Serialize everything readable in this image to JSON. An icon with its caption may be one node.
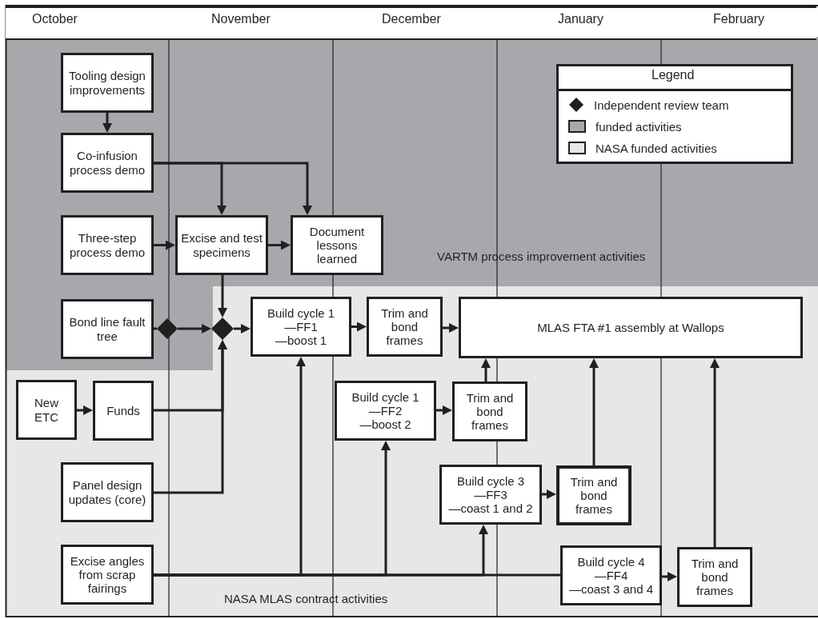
{
  "diagram": {
    "nodes": [
      {
        "text": [
          "Tooling design improvements"
        ]
      },
      {
        "text": [
          "Co-infusion process demo"
        ]
      },
      {
        "text": [
          "Three-step process demo"
        ]
      },
      {
        "text": [
          "Excise and test specimens"
        ]
      },
      {
        "text": [
          "Document lessons learned"
        ]
      },
      {
        "text": [
          "Bond line fault tree"
        ]
      },
      {
        "text": [],
        "shape": "diamond"
      },
      {
        "text": [],
        "shape": "diamond"
      },
      {
        "text": [
          "Build cycle 1",
          "—FF1",
          "—boost 1"
        ]
      },
      {
        "text": [
          "Trim and bond frames"
        ]
      },
      {
        "text": [
          "MLAS FTA #1 assembly at Wallops"
        ]
      },
      {
        "text": [
          "New ETC"
        ]
      },
      {
        "text": [
          "Funds"
        ]
      },
      {
        "text": [
          "Panel design updates (core)"
        ]
      },
      {
        "text": [
          "Build cycle 1",
          "—FF2",
          "—boost 2"
        ]
      },
      {
        "text": [
          "Trim and bond frames"
        ]
      },
      {
        "text": [
          "Build cycle 3",
          "—FF3",
          "—coast 1 and 2"
        ]
      },
      {
        "text": [
          "Trim and bond frames"
        ]
      },
      {
        "text": [
          "Excise angles from scrap fairings"
        ]
      },
      {
        "text": [
          "Build cycle 4",
          "—FF4",
          "—coast 3 and 4"
        ]
      },
      {
        "text": [
          "Trim and bond frames"
        ]
      }
    ],
    "edges": [
      {
        "from": 0,
        "to": 1,
        "arrow": "to"
      },
      {
        "from": 1,
        "to": 3,
        "arrow": "to"
      },
      {
        "from": 1,
        "to": 4,
        "arrow": "to"
      },
      {
        "from": 2,
        "to": 3,
        "arrow": "to"
      },
      {
        "from": 3,
        "to": 4,
        "arrow": "to"
      },
      {
        "from": 3,
        "to": 7,
        "arrow": "to"
      },
      {
        "from": 5,
        "to": 6,
        "arrow": "none"
      },
      {
        "from": 6,
        "to": 7,
        "arrow": "to"
      },
      {
        "from": 7,
        "to": 8,
        "arrow": "to"
      },
      {
        "from": 8,
        "to": 9,
        "arrow": "to"
      },
      {
        "from": 9,
        "to": 10,
        "arrow": "to"
      },
      {
        "from": 11,
        "to": 12,
        "arrow": "to"
      },
      {
        "from": 12,
        "to": 7,
        "arrow": "to"
      },
      {
        "from": 13,
        "to": 7,
        "arrow": "to"
      },
      {
        "from": 18,
        "to": 8,
        "arrow": "to"
      },
      {
        "from": 18,
        "to": 14,
        "arrow": "to"
      },
      {
        "from": 18,
        "to": 16,
        "arrow": "to"
      },
      {
        "from": 18,
        "to": 19,
        "arrow": "none"
      },
      {
        "from": 14,
        "to": 15,
        "arrow": "to"
      },
      {
        "from": 15,
        "to": 10,
        "arrow": "to"
      },
      {
        "from": 16,
        "to": 17,
        "arrow": "to"
      },
      {
        "from": 17,
        "to": 10,
        "arrow": "to"
      },
      {
        "from": 19,
        "to": 20,
        "arrow": "to"
      },
      {
        "from": 20,
        "to": 10,
        "arrow": "to"
      }
    ],
    "labels": [
      "October",
      "November",
      "December",
      "January",
      "February",
      "Legend",
      "VARTM process improvement activities",
      "NASA MLAS contract activities"
    ],
    "legend": [
      {
        "text": "Independent review team"
      },
      {
        "text": "funded activities",
        "color": "#a7a8ac"
      },
      {
        "text": "NASA funded activities",
        "color": "#e6e7e8"
      }
    ]
  }
}
